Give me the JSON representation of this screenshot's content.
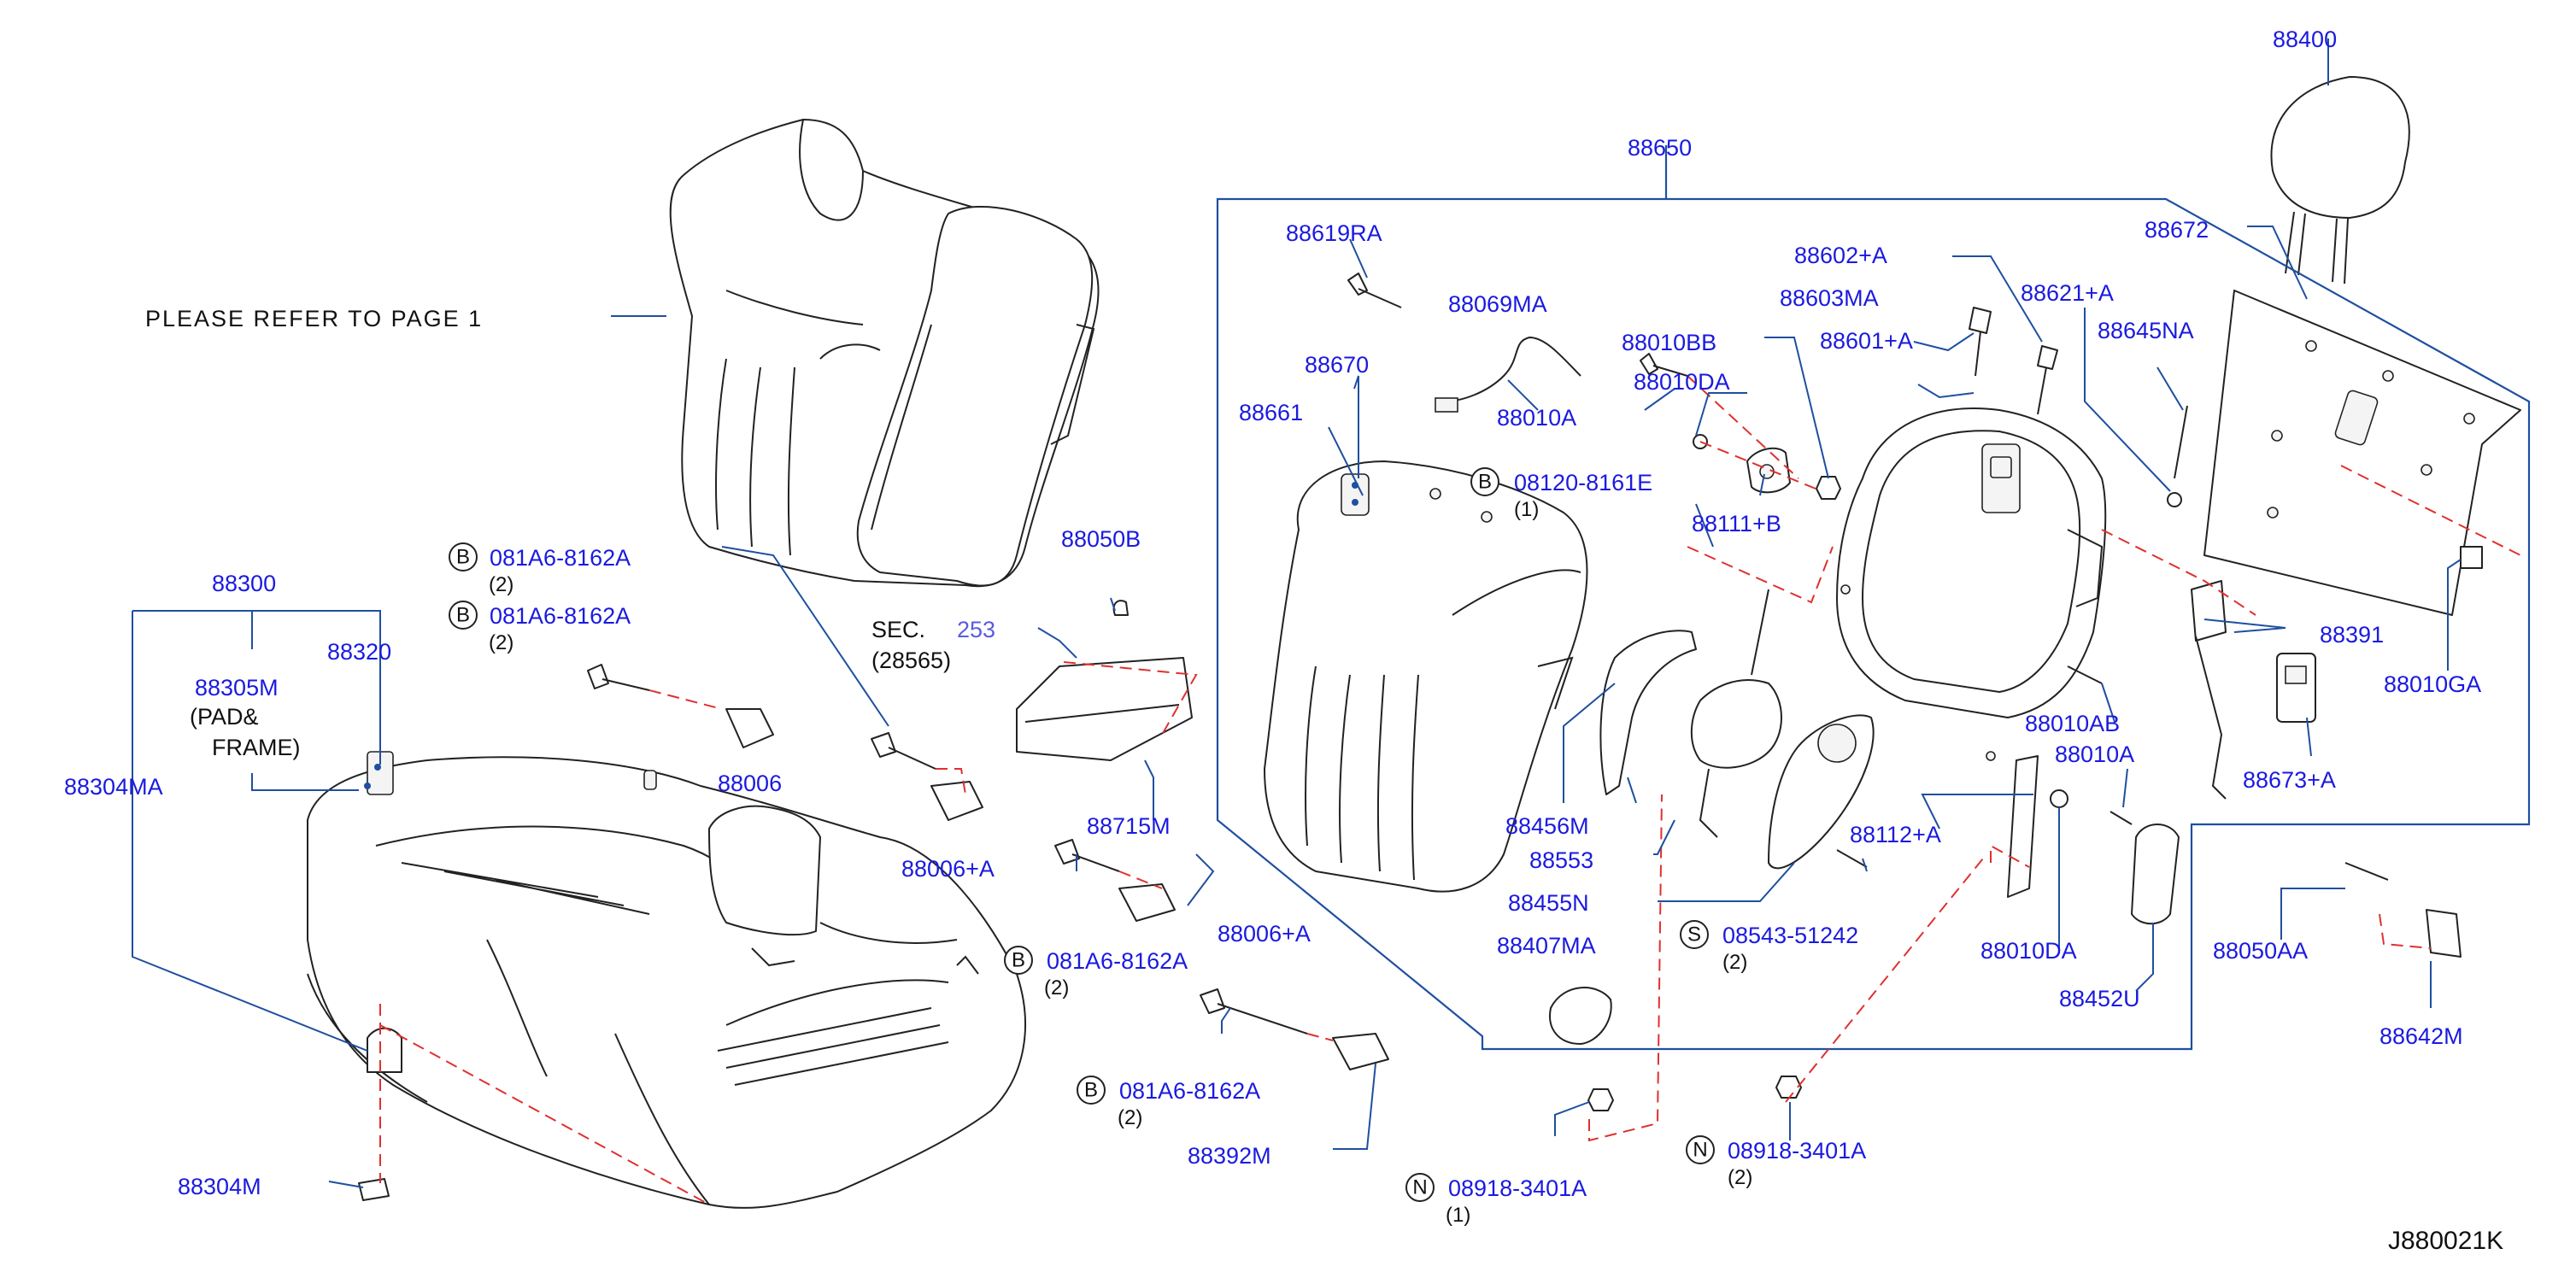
{
  "diagram": {
    "note": "PLEASE  REFER  TO  PAGE  1",
    "ref_code": "J880021K",
    "sec": {
      "prefix": "SEC.",
      "number": "253",
      "sub": "(28565)"
    },
    "frame_label": "88650",
    "group_label": "88300",
    "pad_label": {
      "part": "88305M",
      "line1": "(PAD&",
      "line2": "FRAME)"
    },
    "parts": {
      "p88400": "88400",
      "p88619RA": "88619RA",
      "p88069MA": "88069MA",
      "p88670": "88670",
      "p88661": "88661",
      "p88010A_1": "88010A",
      "p88010BB": "88010BB",
      "p88010DA_1": "88010DA",
      "p88602A": "88602+A",
      "p88603MA": "88603MA",
      "p88621A": "88621+A",
      "p88601A": "88601+A",
      "p88645NA": "88645NA",
      "p88672": "88672",
      "p88111B": "88111+B",
      "p88391": "88391",
      "p88010GA": "88010GA",
      "p88010AB": "88010AB",
      "p88010A_2": "88010A",
      "p88673A": "88673+A",
      "p88456M": "88456M",
      "p88553": "88553",
      "p88112A": "88112+A",
      "p88455N": "88455N",
      "p88407MA": "88407MA",
      "p88010DA_2": "88010DA",
      "p88452U": "88452U",
      "p88050AA": "88050AA",
      "p88642M": "88642M",
      "p88050B": "88050B",
      "p88715M": "88715M",
      "p88006": "88006",
      "p88006A_1": "88006+A",
      "p88006A_2": "88006+A",
      "p88392M": "88392M",
      "p88320": "88320",
      "p88304MA": "88304MA",
      "p88304M": "88304M"
    },
    "callouts": {
      "b1": {
        "letter": "B",
        "part": "081A6-8162A",
        "qty": "(2)"
      },
      "b2": {
        "letter": "B",
        "part": "081A6-8162A",
        "qty": "(2)"
      },
      "b3": {
        "letter": "B",
        "part": "081A6-8162A",
        "qty": "(2)"
      },
      "b4": {
        "letter": "B",
        "part": "081A6-8162A",
        "qty": "(2)"
      },
      "b5": {
        "letter": "B",
        "part": "08120-8161E",
        "qty": "(1)"
      },
      "s1": {
        "letter": "S",
        "part": "08543-51242",
        "qty": "(2)"
      },
      "n1": {
        "letter": "N",
        "part": "08918-3401A",
        "qty": "(1)"
      },
      "n2": {
        "letter": "N",
        "part": "08918-3401A",
        "qty": "(2)"
      }
    }
  }
}
